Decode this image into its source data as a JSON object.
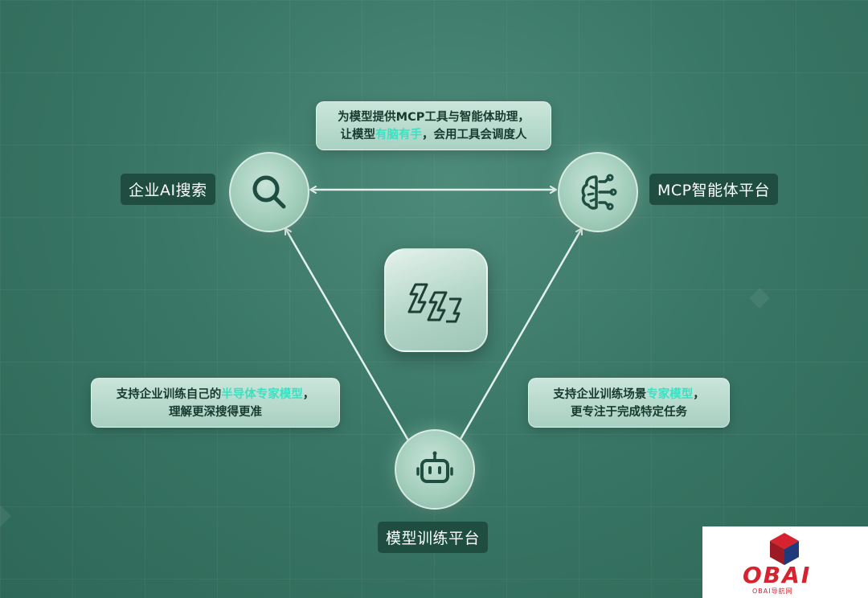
{
  "nodes": {
    "search": {
      "label": "企业AI搜索",
      "icon": "search-icon"
    },
    "mcp": {
      "label": "MCP智能体平台",
      "icon": "brain-icon"
    },
    "training": {
      "label": "模型训练平台",
      "icon": "robot-icon"
    },
    "center": {
      "icon": "logo-icon"
    }
  },
  "callouts": {
    "top": {
      "line1": "为模型提供MCP工具与智能体助理，",
      "line2_pre": "让模型",
      "line2_hl": "有脑有手",
      "line2_post": "，会用工具会调度人"
    },
    "left": {
      "line1_pre": "支持企业训练自己的",
      "line1_hl": "半导体专家模型",
      "line1_post": "，",
      "line2": "理解更深搜得更准"
    },
    "right": {
      "line1_pre": "支持企业训练场景",
      "line1_hl": "专家模型",
      "line1_post": "，",
      "line2": "更专注于完成特定任务"
    }
  },
  "watermark": {
    "brand": "OBAI",
    "sub": "OBAI导航网"
  },
  "colors": {
    "background": "#3a7766",
    "label_bg": "#1f4d40",
    "highlight": "#3de0c2",
    "watermark_red": "#d7222f"
  }
}
